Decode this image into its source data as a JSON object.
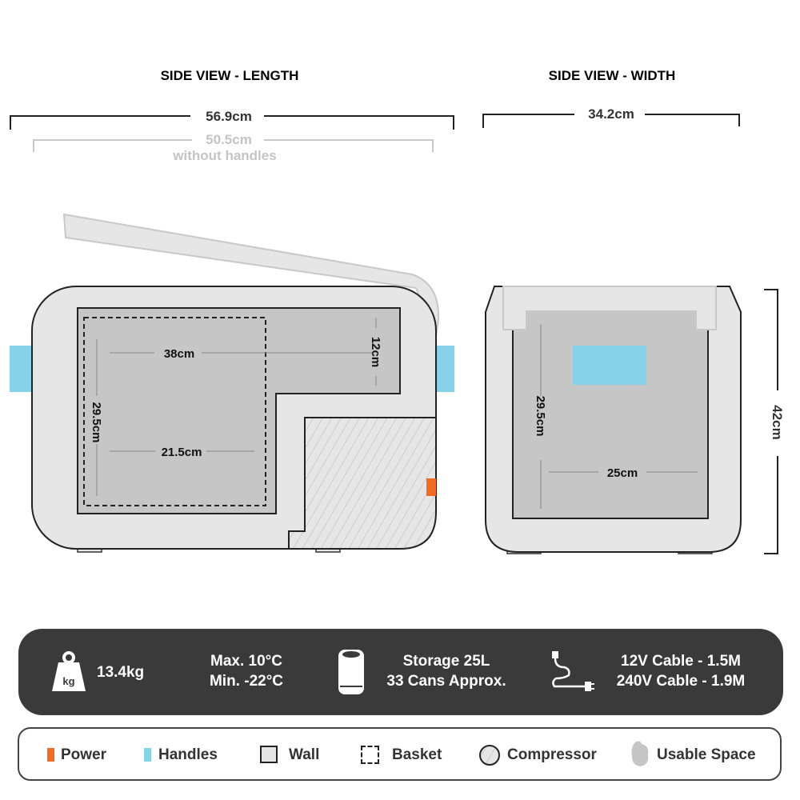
{
  "titles": {
    "length": "SIDE VIEW - LENGTH",
    "width": "SIDE VIEW - WIDTH"
  },
  "dimensions": {
    "total_length": "56.9cm",
    "length_no_handles": "50.5cm",
    "without_handles": "without handles",
    "total_width": "34.2cm",
    "height": "42cm",
    "inner_length": "38cm",
    "inner_shelf_height": "12cm",
    "inner_depth": "29.5cm",
    "basket_length": "21.5cm",
    "width_inner_depth": "29.5cm",
    "inner_width": "25cm"
  },
  "specs": {
    "weight": "13.4kg",
    "weight_icon_label": "kg",
    "temp_max": "Max. 10°C",
    "temp_min": "Min. -22°C",
    "storage": "Storage 25L",
    "cans": "33 Cans Approx.",
    "cable_12v": "12V Cable - 1.5M",
    "cable_240v": "240V Cable - 1.9M"
  },
  "legend": {
    "power": "Power",
    "handles": "Handles",
    "wall": "Wall",
    "basket": "Basket",
    "compressor": "Compressor",
    "usable": "Usable Space"
  },
  "colors": {
    "power": "#f26b21",
    "handles": "#86d2e8",
    "wall": "#e6e6e6",
    "usable": "#c6c6c6",
    "panel": "#3a3a3a"
  }
}
